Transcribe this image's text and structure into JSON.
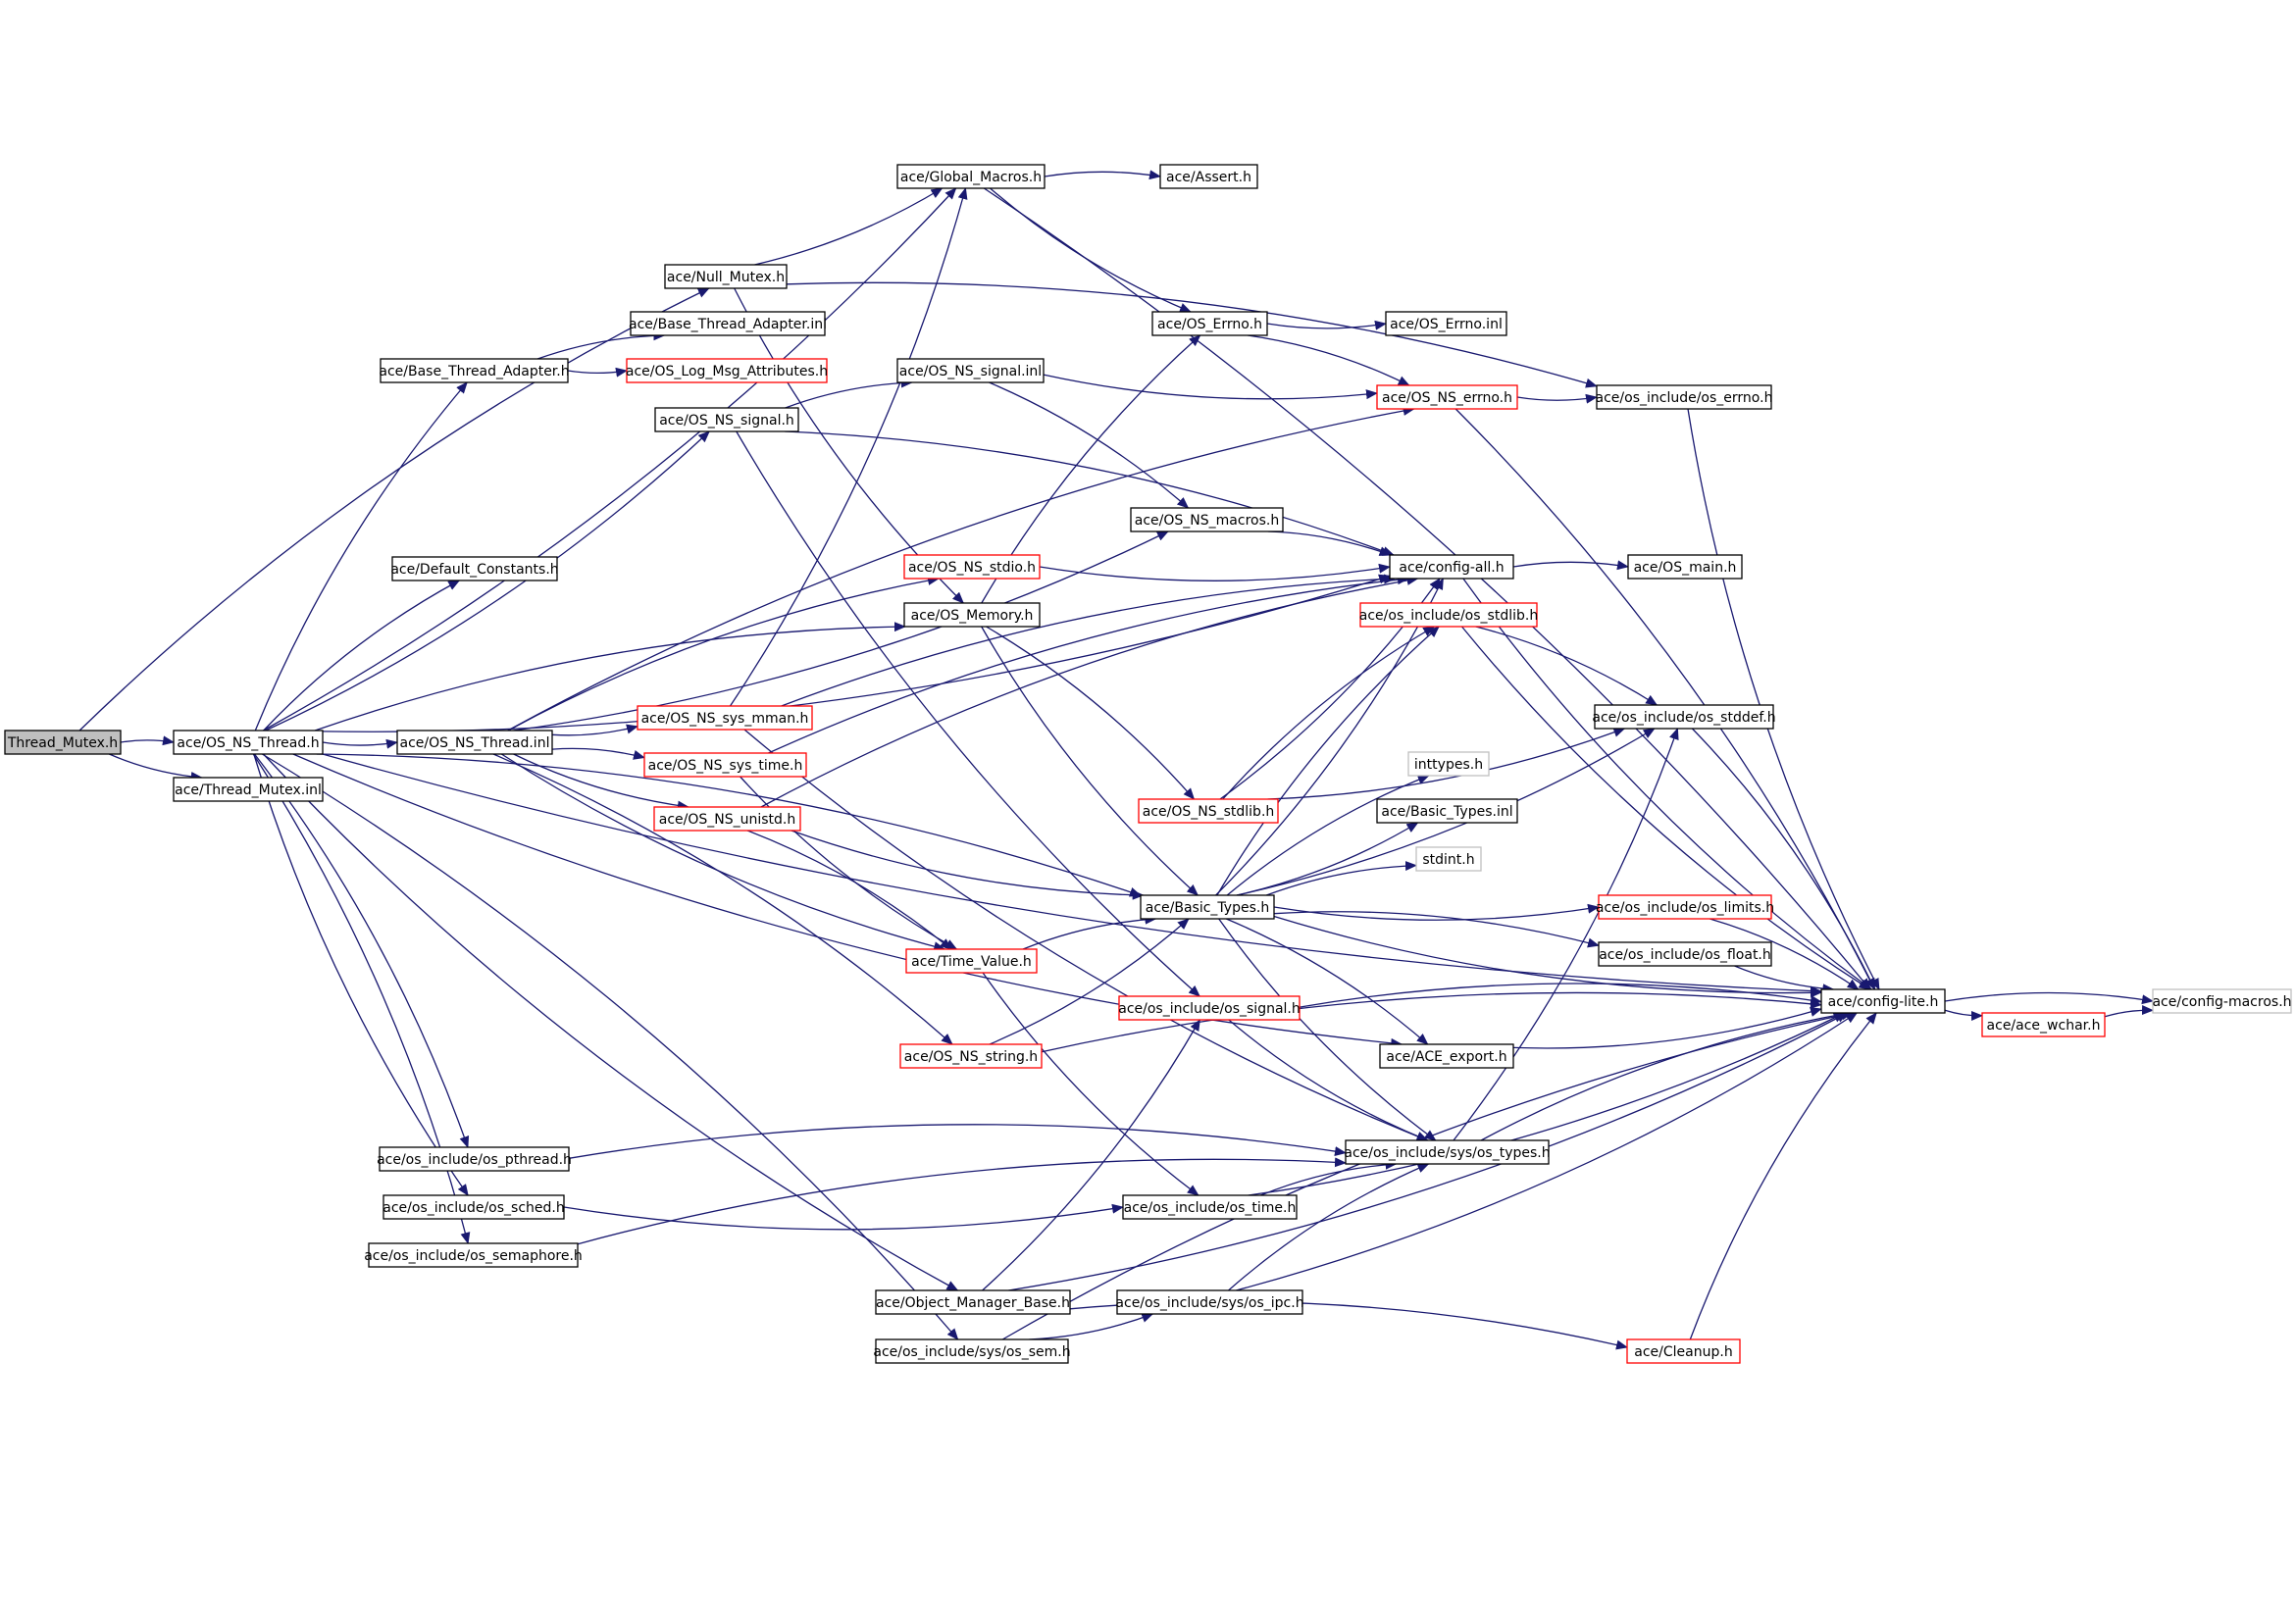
{
  "colors": {
    "edge": "#191970",
    "box_normal": "#000000",
    "box_truncated": "#ff0000",
    "box_missing": "#bfbfbf",
    "box_root": "#000000",
    "root_fill": "#bfbfbf",
    "fill": "#ffffff"
  },
  "nodes": [
    {
      "id": "thread_mutex_h",
      "label": "Thread_Mutex.h",
      "kind": "root"
    },
    {
      "id": "os_ns_thread_h",
      "label": "ace/OS_NS_Thread.h",
      "kind": "normal"
    },
    {
      "id": "thread_mutex_inl",
      "label": "ace/Thread_Mutex.inl",
      "kind": "normal"
    },
    {
      "id": "global_macros_h",
      "label": "ace/Global_Macros.h",
      "kind": "normal"
    },
    {
      "id": "assert_h",
      "label": "ace/Assert.h",
      "kind": "normal"
    },
    {
      "id": "null_mutex_h",
      "label": "ace/Null_Mutex.h",
      "kind": "normal"
    },
    {
      "id": "base_thread_adapter_inl",
      "label": "ace/Base_Thread_Adapter.inl",
      "kind": "normal"
    },
    {
      "id": "base_thread_adapter_h",
      "label": "ace/Base_Thread_Adapter.h",
      "kind": "normal"
    },
    {
      "id": "os_log_msg_attributes_h",
      "label": "ace/OS_Log_Msg_Attributes.h",
      "kind": "truncated"
    },
    {
      "id": "os_ns_signal_inl",
      "label": "ace/OS_NS_signal.inl",
      "kind": "normal"
    },
    {
      "id": "os_ns_signal_h",
      "label": "ace/OS_NS_signal.h",
      "kind": "normal"
    },
    {
      "id": "os_errno_h",
      "label": "ace/OS_Errno.h",
      "kind": "normal"
    },
    {
      "id": "os_errno_inl",
      "label": "ace/OS_Errno.inl",
      "kind": "normal"
    },
    {
      "id": "os_ns_errno_h",
      "label": "ace/OS_NS_errno.h",
      "kind": "truncated"
    },
    {
      "id": "os_include_os_errno_h",
      "label": "ace/os_include/os_errno.h",
      "kind": "normal"
    },
    {
      "id": "os_ns_macros_h",
      "label": "ace/OS_NS_macros.h",
      "kind": "normal"
    },
    {
      "id": "default_constants_h",
      "label": "ace/Default_Constants.h",
      "kind": "normal"
    },
    {
      "id": "os_ns_stdio_h",
      "label": "ace/OS_NS_stdio.h",
      "kind": "truncated"
    },
    {
      "id": "config_all_h",
      "label": "ace/config-all.h",
      "kind": "normal"
    },
    {
      "id": "os_main_h",
      "label": "ace/OS_main.h",
      "kind": "normal"
    },
    {
      "id": "os_memory_h",
      "label": "ace/OS_Memory.h",
      "kind": "normal"
    },
    {
      "id": "os_include_os_stdlib_h",
      "label": "ace/os_include/os_stdlib.h",
      "kind": "truncated"
    },
    {
      "id": "os_ns_thread_inl",
      "label": "ace/OS_NS_Thread.inl",
      "kind": "normal"
    },
    {
      "id": "os_ns_sys_mman_h",
      "label": "ace/OS_NS_sys_mman.h",
      "kind": "truncated"
    },
    {
      "id": "os_include_os_stddef_h",
      "label": "ace/os_include/os_stddef.h",
      "kind": "normal"
    },
    {
      "id": "os_ns_sys_time_h",
      "label": "ace/OS_NS_sys_time.h",
      "kind": "truncated"
    },
    {
      "id": "inttypes_h",
      "label": "inttypes.h",
      "kind": "missing"
    },
    {
      "id": "os_ns_stdlib_h",
      "label": "ace/OS_NS_stdlib.h",
      "kind": "truncated"
    },
    {
      "id": "os_ns_unistd_h",
      "label": "ace/OS_NS_unistd.h",
      "kind": "truncated"
    },
    {
      "id": "basic_types_inl",
      "label": "ace/Basic_Types.inl",
      "kind": "normal"
    },
    {
      "id": "stdint_h",
      "label": "stdint.h",
      "kind": "missing"
    },
    {
      "id": "basic_types_h",
      "label": "ace/Basic_Types.h",
      "kind": "normal"
    },
    {
      "id": "os_include_os_limits_h",
      "label": "ace/os_include/os_limits.h",
      "kind": "truncated"
    },
    {
      "id": "time_value_h",
      "label": "ace/Time_Value.h",
      "kind": "truncated"
    },
    {
      "id": "os_include_os_float_h",
      "label": "ace/os_include/os_float.h",
      "kind": "normal"
    },
    {
      "id": "config_lite_h",
      "label": "ace/config-lite.h",
      "kind": "normal"
    },
    {
      "id": "config_macros_h",
      "label": "ace/config-macros.h",
      "kind": "missing"
    },
    {
      "id": "os_include_os_signal_h",
      "label": "ace/os_include/os_signal.h",
      "kind": "truncated"
    },
    {
      "id": "ace_wchar_h",
      "label": "ace/ace_wchar.h",
      "kind": "truncated"
    },
    {
      "id": "os_ns_string_h",
      "label": "ace/OS_NS_string.h",
      "kind": "truncated"
    },
    {
      "id": "ace_export_h",
      "label": "ace/ACE_export.h",
      "kind": "normal"
    },
    {
      "id": "os_include_os_pthread_h",
      "label": "ace/os_include/os_pthread.h",
      "kind": "normal"
    },
    {
      "id": "os_include_sys_os_types_h",
      "label": "ace/os_include/sys/os_types.h",
      "kind": "normal"
    },
    {
      "id": "os_include_os_sched_h",
      "label": "ace/os_include/os_sched.h",
      "kind": "normal"
    },
    {
      "id": "os_include_os_time_h",
      "label": "ace/os_include/os_time.h",
      "kind": "normal"
    },
    {
      "id": "os_include_os_semaphore_h",
      "label": "ace/os_include/os_semaphore.h",
      "kind": "normal"
    },
    {
      "id": "object_manager_base_h",
      "label": "ace/Object_Manager_Base.h",
      "kind": "normal"
    },
    {
      "id": "os_include_sys_os_ipc_h",
      "label": "ace/os_include/sys/os_ipc.h",
      "kind": "normal"
    },
    {
      "id": "cleanup_h",
      "label": "ace/Cleanup.h",
      "kind": "truncated"
    },
    {
      "id": "os_include_sys_os_sem_h",
      "label": "ace/os_include/sys/os_sem.h",
      "kind": "normal"
    }
  ],
  "edges": [
    [
      "thread_mutex_h",
      "os_ns_thread_h"
    ],
    [
      "thread_mutex_h",
      "thread_mutex_inl"
    ],
    [
      "thread_mutex_h",
      "null_mutex_h"
    ],
    [
      "os_ns_thread_h",
      "global_macros_h"
    ],
    [
      "os_ns_thread_h",
      "base_thread_adapter_h"
    ],
    [
      "os_ns_thread_h",
      "os_ns_signal_h"
    ],
    [
      "os_ns_thread_h",
      "default_constants_h"
    ],
    [
      "os_ns_thread_h",
      "config_all_h"
    ],
    [
      "os_ns_thread_h",
      "os_memory_h"
    ],
    [
      "os_ns_thread_h",
      "os_ns_thread_inl"
    ],
    [
      "os_ns_thread_h",
      "basic_types_h"
    ],
    [
      "os_ns_thread_h",
      "ace_export_h"
    ],
    [
      "os_ns_thread_h",
      "os_include_os_pthread_h"
    ],
    [
      "os_ns_thread_h",
      "os_include_os_sched_h"
    ],
    [
      "os_ns_thread_h",
      "os_include_os_semaphore_h"
    ],
    [
      "os_ns_thread_h",
      "object_manager_base_h"
    ],
    [
      "os_ns_thread_h",
      "os_include_sys_os_sem_h"
    ],
    [
      "os_ns_thread_h",
      "config_lite_h"
    ],
    [
      "global_macros_h",
      "assert_h"
    ],
    [
      "global_macros_h",
      "os_errno_h"
    ],
    [
      "global_macros_h",
      "config_lite_h"
    ],
    [
      "null_mutex_h",
      "global_macros_h"
    ],
    [
      "null_mutex_h",
      "os_include_os_errno_h"
    ],
    [
      "null_mutex_h",
      "os_memory_h"
    ],
    [
      "base_thread_adapter_h",
      "base_thread_adapter_inl"
    ],
    [
      "base_thread_adapter_h",
      "os_log_msg_attributes_h"
    ],
    [
      "os_ns_signal_h",
      "os_ns_signal_inl"
    ],
    [
      "os_ns_signal_h",
      "os_include_os_signal_h"
    ],
    [
      "os_ns_signal_h",
      "config_all_h"
    ],
    [
      "os_ns_signal_inl",
      "os_ns_errno_h"
    ],
    [
      "os_ns_signal_inl",
      "os_ns_macros_h"
    ],
    [
      "os_errno_h",
      "os_errno_inl"
    ],
    [
      "os_errno_h",
      "os_ns_errno_h"
    ],
    [
      "os_ns_errno_h",
      "os_include_os_errno_h"
    ],
    [
      "os_ns_errno_h",
      "config_lite_h"
    ],
    [
      "os_include_os_errno_h",
      "config_lite_h"
    ],
    [
      "os_ns_macros_h",
      "config_all_h"
    ],
    [
      "os_ns_stdio_h",
      "config_all_h"
    ],
    [
      "config_all_h",
      "os_main_h"
    ],
    [
      "config_all_h",
      "config_lite_h"
    ],
    [
      "os_memory_h",
      "os_errno_h"
    ],
    [
      "os_memory_h",
      "basic_types_h"
    ],
    [
      "os_memory_h",
      "os_ns_stdlib_h"
    ],
    [
      "os_ns_thread_inl",
      "os_ns_macros_h"
    ],
    [
      "os_ns_thread_inl",
      "os_ns_stdio_h"
    ],
    [
      "os_ns_thread_inl",
      "os_ns_sys_mman_h"
    ],
    [
      "os_ns_thread_inl",
      "os_ns_sys_time_h"
    ],
    [
      "os_ns_thread_inl",
      "os_ns_unistd_h"
    ],
    [
      "os_ns_thread_inl",
      "os_ns_string_h"
    ],
    [
      "os_ns_thread_inl",
      "time_value_h"
    ],
    [
      "os_ns_thread_inl",
      "os_ns_errno_h"
    ],
    [
      "os_ns_sys_mman_h",
      "global_macros_h"
    ],
    [
      "os_ns_sys_mman_h",
      "config_all_h"
    ],
    [
      "os_ns_sys_mman_h",
      "os_include_sys_os_types_h"
    ],
    [
      "os_ns_sys_time_h",
      "config_all_h"
    ],
    [
      "os_ns_sys_time_h",
      "time_value_h"
    ],
    [
      "os_ns_unistd_h",
      "config_all_h"
    ],
    [
      "os_ns_unistd_h",
      "basic_types_h"
    ],
    [
      "os_ns_unistd_h",
      "time_value_h"
    ],
    [
      "os_ns_stdlib_h",
      "config_all_h"
    ],
    [
      "os_ns_stdlib_h",
      "os_include_os_stdlib_h"
    ],
    [
      "os_ns_stdlib_h",
      "os_include_os_stddef_h"
    ],
    [
      "os_include_os_stdlib_h",
      "os_include_os_stddef_h"
    ],
    [
      "os_include_os_stdlib_h",
      "config_lite_h"
    ],
    [
      "os_include_os_stddef_h",
      "config_lite_h"
    ],
    [
      "basic_types_h",
      "config_all_h"
    ],
    [
      "basic_types_h",
      "os_include_os_stdlib_h"
    ],
    [
      "basic_types_h",
      "os_include_os_stddef_h"
    ],
    [
      "basic_types_h",
      "inttypes_h"
    ],
    [
      "basic_types_h",
      "basic_types_inl"
    ],
    [
      "basic_types_h",
      "stdint_h"
    ],
    [
      "basic_types_h",
      "os_include_os_limits_h"
    ],
    [
      "basic_types_h",
      "os_include_os_float_h"
    ],
    [
      "basic_types_h",
      "config_lite_h"
    ],
    [
      "basic_types_h",
      "ace_export_h"
    ],
    [
      "basic_types_h",
      "os_include_sys_os_types_h"
    ],
    [
      "os_include_os_limits_h",
      "config_lite_h"
    ],
    [
      "os_include_os_float_h",
      "config_lite_h"
    ],
    [
      "time_value_h",
      "basic_types_h"
    ],
    [
      "time_value_h",
      "os_include_os_time_h"
    ],
    [
      "config_lite_h",
      "config_macros_h"
    ],
    [
      "config_lite_h",
      "ace_wchar_h"
    ],
    [
      "ace_wchar_h",
      "config_macros_h"
    ],
    [
      "os_include_os_signal_h",
      "os_include_sys_os_types_h"
    ],
    [
      "os_include_os_signal_h",
      "config_lite_h"
    ],
    [
      "os_ns_string_h",
      "basic_types_h"
    ],
    [
      "os_ns_string_h",
      "config_lite_h"
    ],
    [
      "ace_export_h",
      "config_lite_h"
    ],
    [
      "os_include_os_pthread_h",
      "os_include_sys_os_types_h"
    ],
    [
      "os_include_sys_os_types_h",
      "os_include_os_stddef_h"
    ],
    [
      "os_include_sys_os_types_h",
      "config_lite_h"
    ],
    [
      "os_include_os_sched_h",
      "os_include_os_time_h"
    ],
    [
      "os_include_os_time_h",
      "os_include_sys_os_types_h"
    ],
    [
      "os_include_os_time_h",
      "config_lite_h"
    ],
    [
      "os_include_os_semaphore_h",
      "os_include_sys_os_types_h"
    ],
    [
      "object_manager_base_h",
      "os_include_os_signal_h"
    ],
    [
      "object_manager_base_h",
      "cleanup_h"
    ],
    [
      "object_manager_base_h",
      "config_lite_h"
    ],
    [
      "os_include_sys_os_ipc_h",
      "os_include_sys_os_types_h"
    ],
    [
      "os_include_sys_os_ipc_h",
      "config_lite_h"
    ],
    [
      "cleanup_h",
      "config_lite_h"
    ],
    [
      "os_include_sys_os_sem_h",
      "os_include_sys_os_ipc_h"
    ],
    [
      "os_include_sys_os_sem_h",
      "config_lite_h"
    ]
  ]
}
